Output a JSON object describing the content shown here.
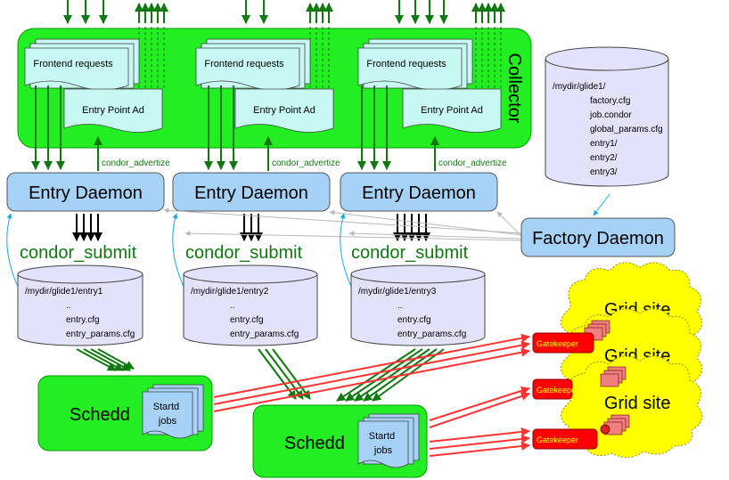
{
  "collector": {
    "label": "Collector",
    "frontend_requests_label": "Frontend requests",
    "entry_point_ad_label": "Entry Point Ad",
    "fill": "#22ee22"
  },
  "entry_daemons": [
    {
      "label": "Entry Daemon",
      "advertize_label": "condor_advertize",
      "submit_label": "condor_submit",
      "dir": {
        "path": "/mydir/glide1/entry1",
        "lines": [
          "..",
          "entry.cfg",
          "entry_params.cfg"
        ]
      }
    },
    {
      "label": "Entry Daemon",
      "advertize_label": "condor_advertize",
      "submit_label": "condor_submit",
      "dir": {
        "path": "/mydir/glide1/entry2",
        "lines": [
          "..",
          "entry.cfg",
          "entry_params.cfg"
        ]
      }
    },
    {
      "label": "Entry Daemon",
      "advertize_label": "condor_advertize",
      "submit_label": "condor_submit",
      "dir": {
        "path": "/mydir/glide1/entry3",
        "lines": [
          "..",
          "entry.cfg",
          "entry_params.cfg"
        ]
      }
    }
  ],
  "factory": {
    "label": "Factory Daemon",
    "dir": {
      "path": "/mydir/glide1/",
      "lines": [
        "factory.cfg",
        "job.condor",
        "global_params.cfg",
        "entry1/",
        "entry2/",
        "entry3/"
      ]
    }
  },
  "schedds": [
    {
      "label": "Schedd",
      "jobs_label": "Startd\njobs"
    },
    {
      "label": "Schedd",
      "jobs_label": "Startd\njobs"
    }
  ],
  "grid_sites": [
    {
      "label": "Grid site",
      "gatekeeper_label": "Gatekeeper"
    },
    {
      "label": "Grid site",
      "gatekeeper_label": "Gatekeeper"
    },
    {
      "label": "Grid site",
      "gatekeeper_label": "Gatekeeper"
    }
  ],
  "colors": {
    "collector_green": "#22ee22",
    "arrow_green": "#117711",
    "daemon_blue": "#a6d2f8",
    "cylinder_lavender": "#e2e2fa",
    "cloud_yellow": "#ffff00",
    "gatekeeper_red": "#ff0000",
    "doc_teal": "#c8f8f4",
    "arrow_red": "#ff3333",
    "arrow_cyan": "#22a8dd"
  }
}
